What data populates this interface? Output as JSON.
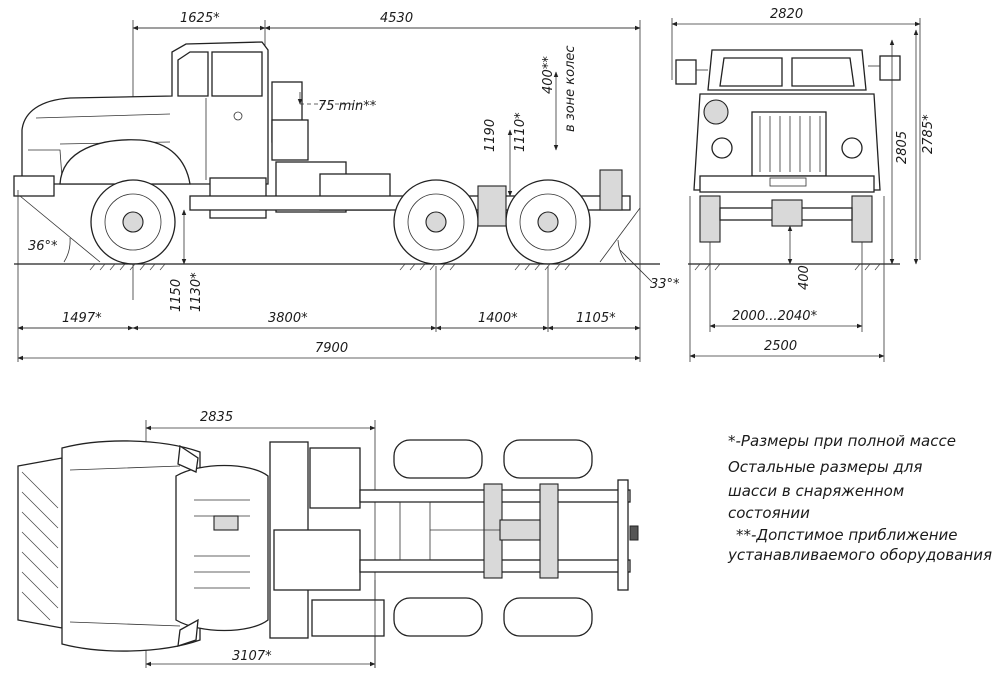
{
  "side_view": {
    "dims": {
      "cab_front": "1625*",
      "cab_rear": "4530",
      "height_1": "1190",
      "height_2": "1110*",
      "wheel_zone_1": "400**",
      "wheel_zone_2": "в зоне колес",
      "clearance_top": "75 min**",
      "front_angle": "36°*",
      "rear_angle": "33°*",
      "frame_h_1": "1150",
      "frame_h_2": "1130*",
      "front_overhang": "1497*",
      "wheelbase": "3800*",
      "bogie": "1400*",
      "rear_overhang": "1105*",
      "total_length": "7900"
    }
  },
  "front_view": {
    "dims": {
      "width_top": "2820",
      "height_1": "2805",
      "height_2": "2785*",
      "ground_clear": "400",
      "track": "2000...2040*",
      "width_total": "2500"
    }
  },
  "top_view": {
    "dims": {
      "cab_length": "2835",
      "to_axle": "3107*"
    }
  },
  "notes": {
    "line1": "*-Размеры при полной массе",
    "line2": "Остальные размеры для",
    "line3": "шасси в снаряженном",
    "line4": "состоянии",
    "line5": "**-Допстимое приближение",
    "line6": "устанавливаемого оборудования"
  }
}
